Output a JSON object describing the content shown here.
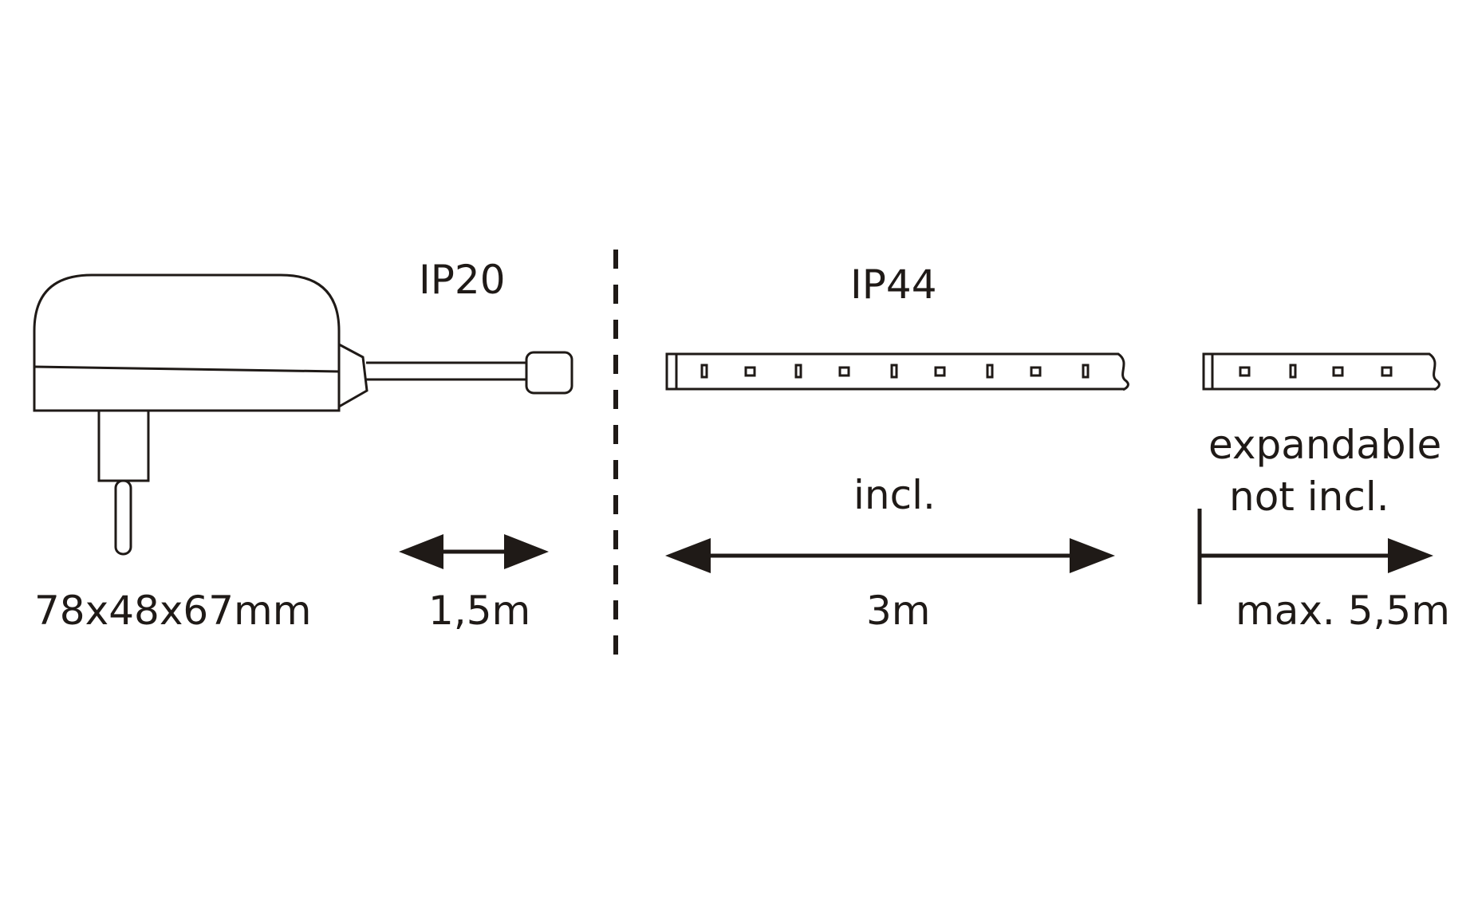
{
  "power_supply": {
    "dimensions": "78x48x67mm"
  },
  "cable": {
    "protection_rating": "IP20",
    "length": "1,5m"
  },
  "strip_included": {
    "protection_rating": "IP44",
    "status": "incl.",
    "length": "3m"
  },
  "strip_expandable": {
    "status_line1": "expandable",
    "status_line2": "not incl.",
    "length": "max. 5,5m"
  },
  "colors": {
    "ink": "#1f1a17",
    "background": "#ffffff"
  }
}
